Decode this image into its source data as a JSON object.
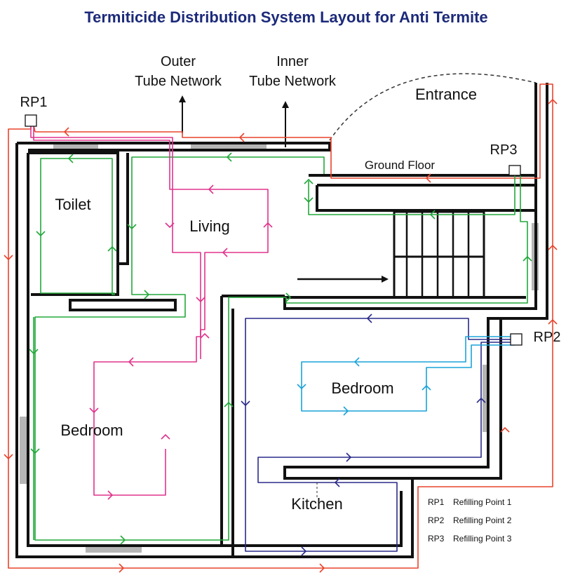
{
  "title": "Termiticide Distribution System Layout for Anti Termite",
  "labels": {
    "outer_tube_1": "Outer",
    "outer_tube_2": "Tube Network",
    "inner_tube_1": "Inner",
    "inner_tube_2": "Tube Network",
    "entrance": "Entrance",
    "ground_floor": "Ground Floor",
    "rp1": "RP1",
    "rp2": "RP2",
    "rp3": "RP3",
    "toilet": "Toilet",
    "living": "Living",
    "bedroom_left": "Bedroom",
    "bedroom_right": "Bedroom",
    "kitchen": "Kitchen"
  },
  "legend": [
    {
      "code": "RP1",
      "text": "Refilling Point 1"
    },
    {
      "code": "RP2",
      "text": "Refilling Point 2"
    },
    {
      "code": "RP3",
      "text": "Refilling Point 3"
    }
  ],
  "colors": {
    "title": "#1c2a7a",
    "outer_tube": "#e8442c",
    "inner_green": "#22a83a",
    "inner_pink": "#e0338c",
    "inner_navy": "#2a2a8a",
    "inner_cyan": "#1aa3d8",
    "wall": "#111111"
  }
}
